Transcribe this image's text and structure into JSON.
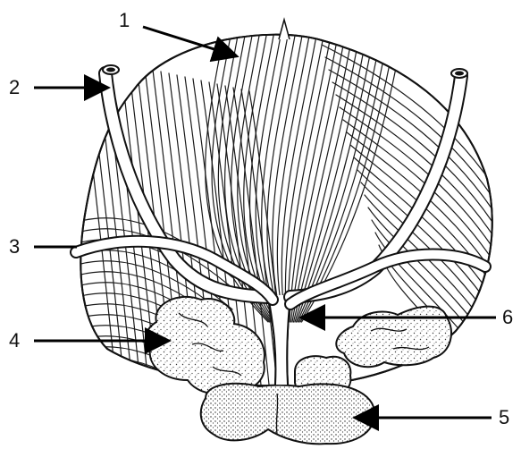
{
  "diagram": {
    "colors": {
      "ink": "#111111",
      "background": "#ffffff",
      "stipple": "#333333"
    },
    "labels": [
      {
        "id": "label-1",
        "text": "1"
      },
      {
        "id": "label-2",
        "text": "2"
      },
      {
        "id": "label-3",
        "text": "3"
      },
      {
        "id": "label-4",
        "text": "4"
      },
      {
        "id": "label-5",
        "text": "5"
      },
      {
        "id": "label-6",
        "text": "6"
      }
    ]
  }
}
